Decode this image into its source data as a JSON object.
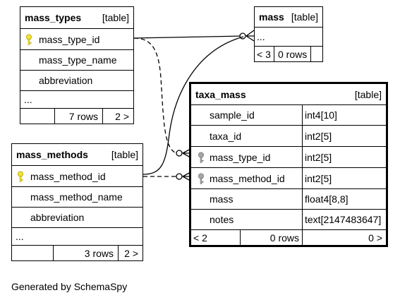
{
  "colors": {
    "primary_key_icon": "#f2e13a",
    "foreign_key_icon": "#a6a6a6",
    "line": "#000000",
    "background": "#ffffff"
  },
  "tables": {
    "mass_types": {
      "name": "mass_types",
      "tag": "[table]",
      "columns": [
        "mass_type_id",
        "mass_type_name",
        "abbreviation",
        "..."
      ],
      "rows_count": "7 rows",
      "children": "2 >"
    },
    "mass": {
      "name": "mass",
      "tag": "[table]",
      "columns": [
        "..."
      ],
      "parents": "< 3",
      "rows_count": "0 rows"
    },
    "mass_methods": {
      "name": "mass_methods",
      "tag": "[table]",
      "columns": [
        "mass_method_id",
        "mass_method_name",
        "abbreviation",
        "..."
      ],
      "rows_count": "3 rows",
      "children": "2 >"
    },
    "taxa_mass": {
      "name": "taxa_mass",
      "tag": "[table]",
      "columns": [
        {
          "name": "sample_id",
          "type": "int4[10]"
        },
        {
          "name": "taxa_id",
          "type": "int2[5]"
        },
        {
          "name": "mass_type_id",
          "type": "int2[5]"
        },
        {
          "name": "mass_method_id",
          "type": "int2[5]"
        },
        {
          "name": "mass",
          "type": "float4[8,8]"
        },
        {
          "name": "notes",
          "type": "text[2147483647]"
        }
      ],
      "parents": "< 2",
      "rows_count": "0 rows",
      "children": "0 >"
    }
  },
  "footer": "Generated by SchemaSpy"
}
